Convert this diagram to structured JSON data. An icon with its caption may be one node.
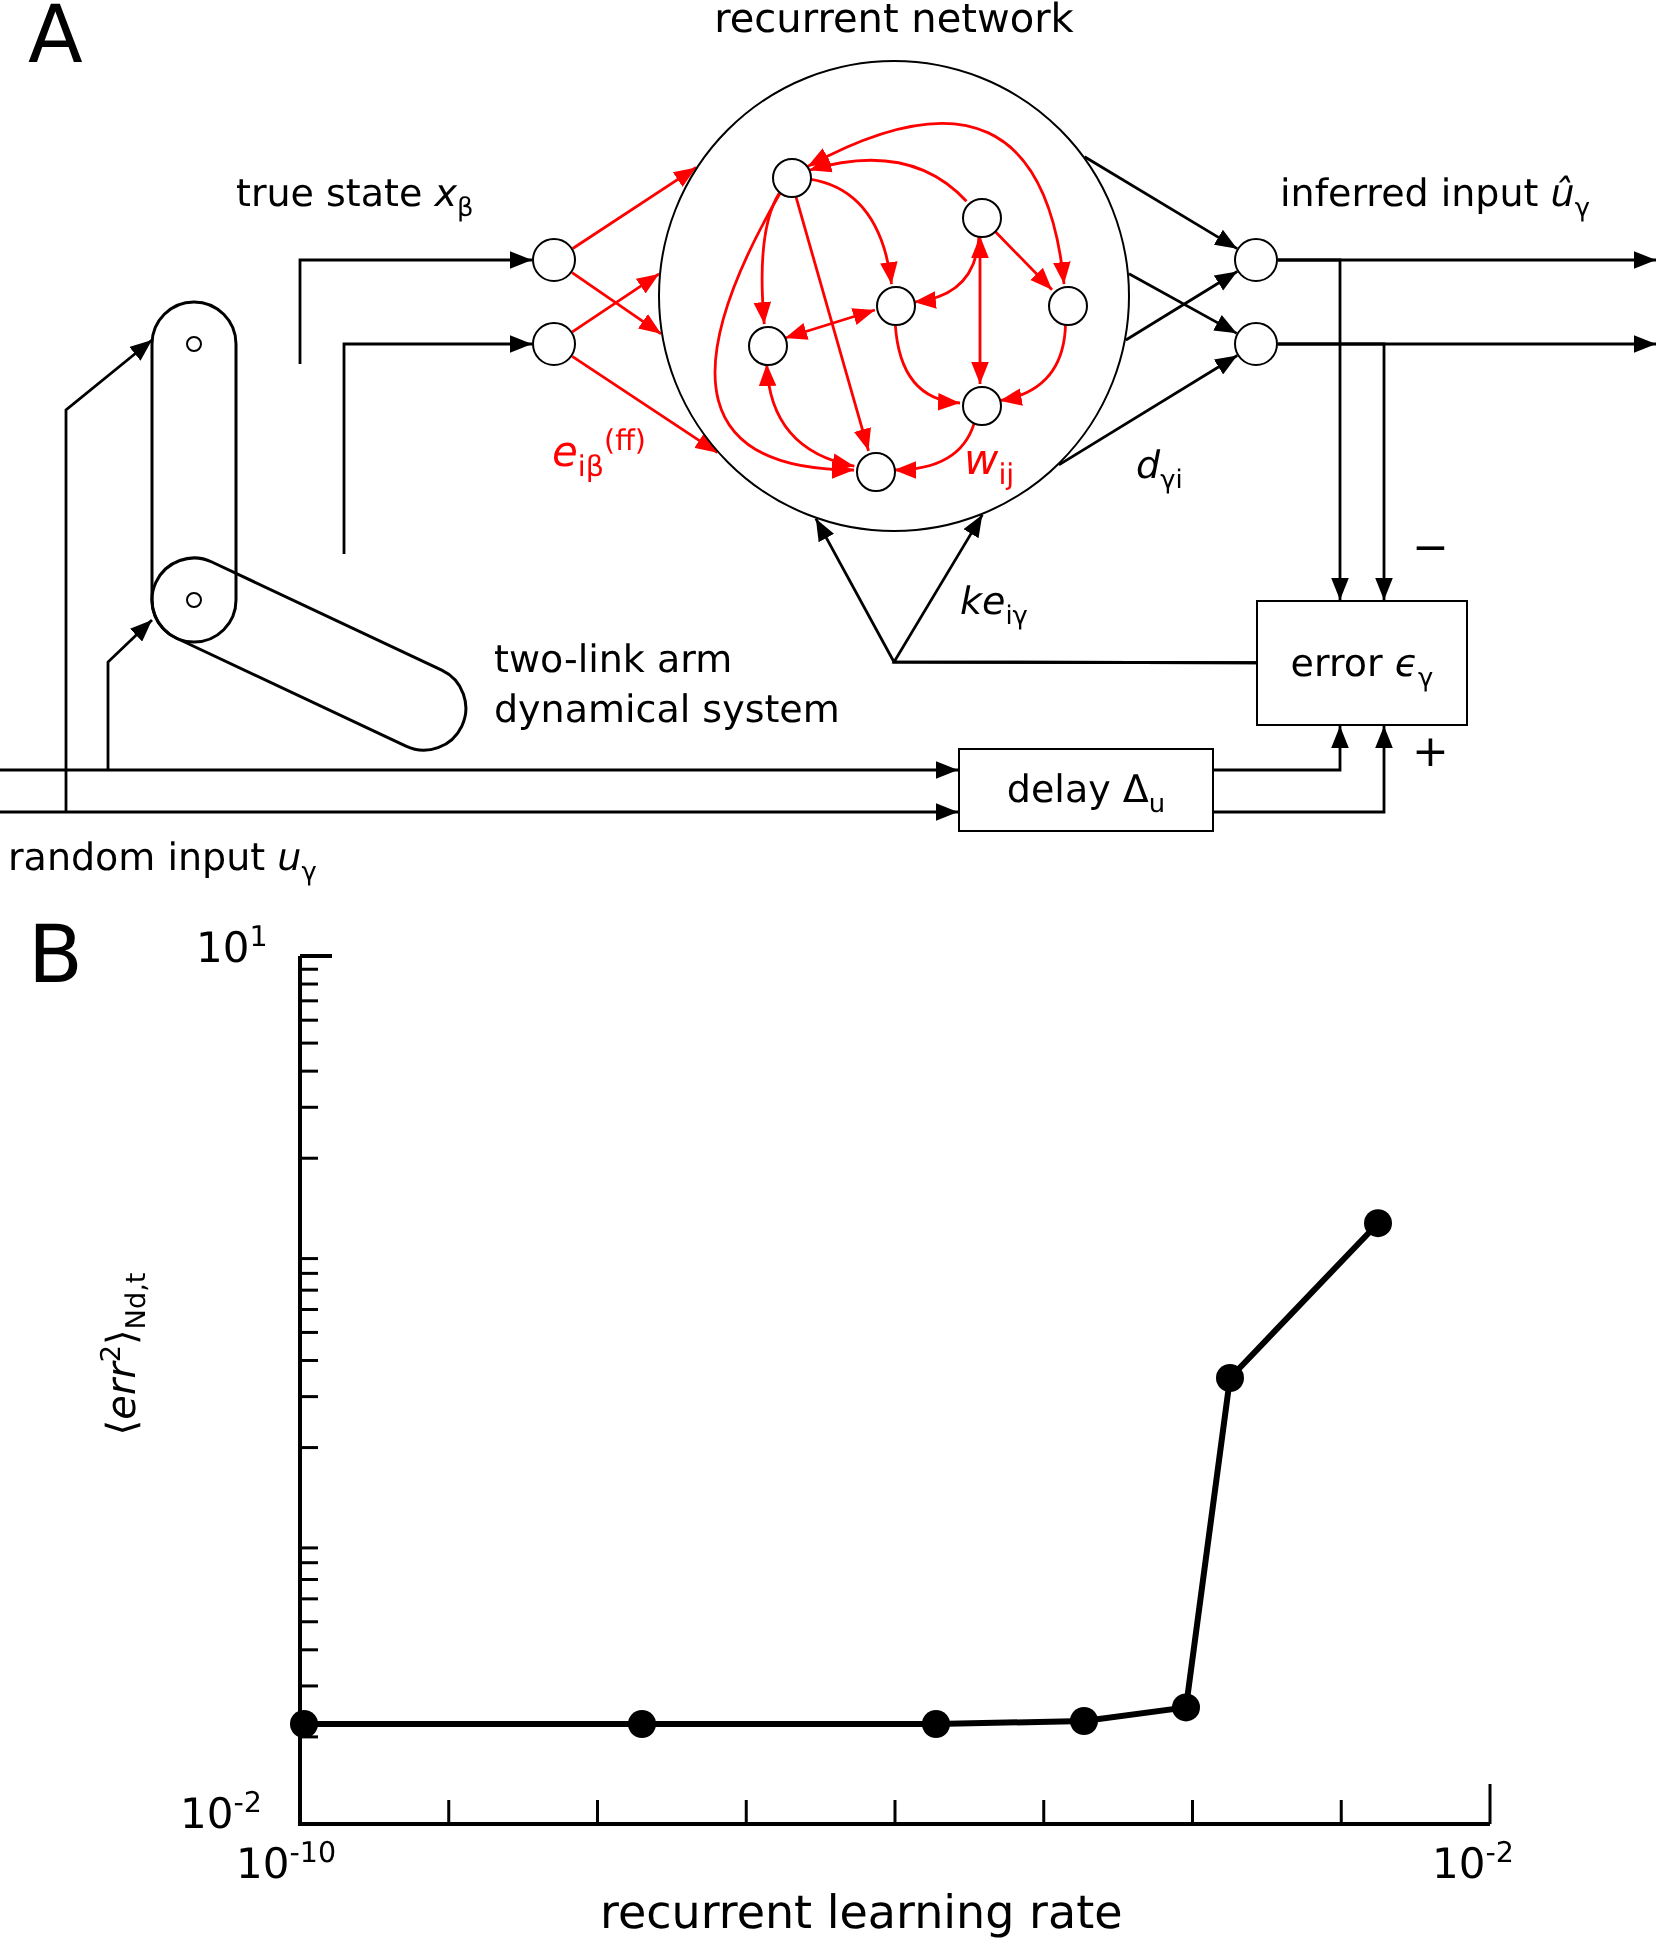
{
  "diagram": {
    "nodes": [
      {
        "text": [
          "recurrent network"
        ]
      },
      {
        "text": [],
        "shape": "circle",
        "in": 0
      },
      {
        "text": [],
        "shape": "circle",
        "in": 0
      },
      {
        "text": [],
        "shape": "circle",
        "in": 0
      },
      {
        "text": [],
        "shape": "circle",
        "in": 0
      },
      {
        "text": [],
        "shape": "circle",
        "in": 0
      },
      {
        "text": [],
        "shape": "circle",
        "in": 0
      },
      {
        "text": [],
        "shape": "circle",
        "in": 0
      },
      {
        "text": [],
        "shape": "circle"
      },
      {
        "text": [],
        "shape": "circle"
      },
      {
        "text": [],
        "shape": "circle"
      },
      {
        "text": [],
        "shape": "circle"
      },
      {
        "text": [],
        "shape": "picture",
        "beside": [
          "two-link arm dynamical system"
        ]
      },
      {
        "text": [
          "error *ϵ*$_{γ}$"
        ]
      },
      {
        "text": [
          "delay Δ$_{u}$"
        ]
      }
    ],
    "edges": [
      {
        "from": null,
        "to": 12,
        "arrow": "to"
      },
      {
        "from": null,
        "to": 12,
        "arrow": "to"
      },
      {
        "from": null,
        "to": 14,
        "arrow": "to"
      },
      {
        "from": null,
        "to": 14,
        "arrow": "to"
      },
      {
        "from": 12,
        "to": 8,
        "arrow": "to"
      },
      {
        "from": 12,
        "to": 9,
        "arrow": "to"
      },
      {
        "from": 8,
        "to": 0,
        "arrow": "to",
        "color": "#ff0000"
      },
      {
        "from": 8,
        "to": 0,
        "arrow": "to",
        "color": "#ff0000"
      },
      {
        "from": 9,
        "to": 0,
        "arrow": "to",
        "color": "#ff0000"
      },
      {
        "from": 9,
        "to": 0,
        "arrow": "to",
        "color": "#ff0000"
      },
      {
        "from": 1,
        "to": 3,
        "arrow": "to",
        "color": "#ff0000"
      },
      {
        "from": 1,
        "to": 5,
        "arrow": "to",
        "color": "#ff0000"
      },
      {
        "from": 1,
        "to": 7,
        "arrow": "to",
        "color": "#ff0000"
      },
      {
        "from": 2,
        "to": 1,
        "arrow": "to",
        "color": "#ff0000"
      },
      {
        "from": 1,
        "to": 4,
        "arrow": "both",
        "color": "#ff0000"
      },
      {
        "from": 2,
        "to": 3,
        "arrow": "to",
        "color": "#ff0000"
      },
      {
        "from": 2,
        "to": 4,
        "arrow": "to",
        "color": "#ff0000"
      },
      {
        "from": 2,
        "to": 6,
        "arrow": "both",
        "color": "#ff0000"
      },
      {
        "from": 5,
        "to": 3,
        "arrow": "both",
        "color": "#ff0000"
      },
      {
        "from": 3,
        "to": 6,
        "arrow": "to",
        "color": "#ff0000"
      },
      {
        "from": 4,
        "to": 6,
        "arrow": "to",
        "color": "#ff0000"
      },
      {
        "from": 6,
        "to": 7,
        "arrow": "to",
        "color": "#ff0000"
      },
      {
        "from": 5,
        "to": 7,
        "arrow": "both",
        "color": "#ff0000"
      },
      {
        "from": 1,
        "to": 7,
        "arrow": "to",
        "color": "#ff0000"
      },
      {
        "from": 0,
        "to": 10,
        "arrow": "to"
      },
      {
        "from": 0,
        "to": 11,
        "arrow": "to"
      },
      {
        "from": 0,
        "to": 10,
        "arrow": "to"
      },
      {
        "from": 0,
        "to": 11,
        "arrow": "to"
      },
      {
        "from": 10,
        "to": null,
        "arrow": "to"
      },
      {
        "from": 11,
        "to": null,
        "arrow": "to"
      },
      {
        "from": 10,
        "to": 13,
        "arrow": "to"
      },
      {
        "from": 11,
        "to": 13,
        "arrow": "to"
      },
      {
        "from": 14,
        "to": 13,
        "arrow": "to"
      },
      {
        "from": 14,
        "to": 13,
        "arrow": "to"
      },
      {
        "from": 13,
        "to": 0,
        "arrow": "to"
      },
      {
        "from": 13,
        "to": 0,
        "arrow": "to"
      }
    ],
    "labels": [
      "A",
      "true state *x*$_{β}$",
      "inferred input *û*$_{γ}$",
      "*e*$_{iβ}$$^{(ff)}$",
      "*w*$_{ij}$",
      "*d*$_{γi}$",
      "*ke*$_{iγ}$",
      "−",
      "+",
      "random input *u*$_{γ}$",
      "B",
      "10$^{1}$",
      "⟨*err*$^{2}$⟩$_{Nd,t}$",
      "10$^{-2}$",
      "10$^{-10}$",
      "10$^{-2}$",
      "recurrent learning rate"
    ]
  }
}
